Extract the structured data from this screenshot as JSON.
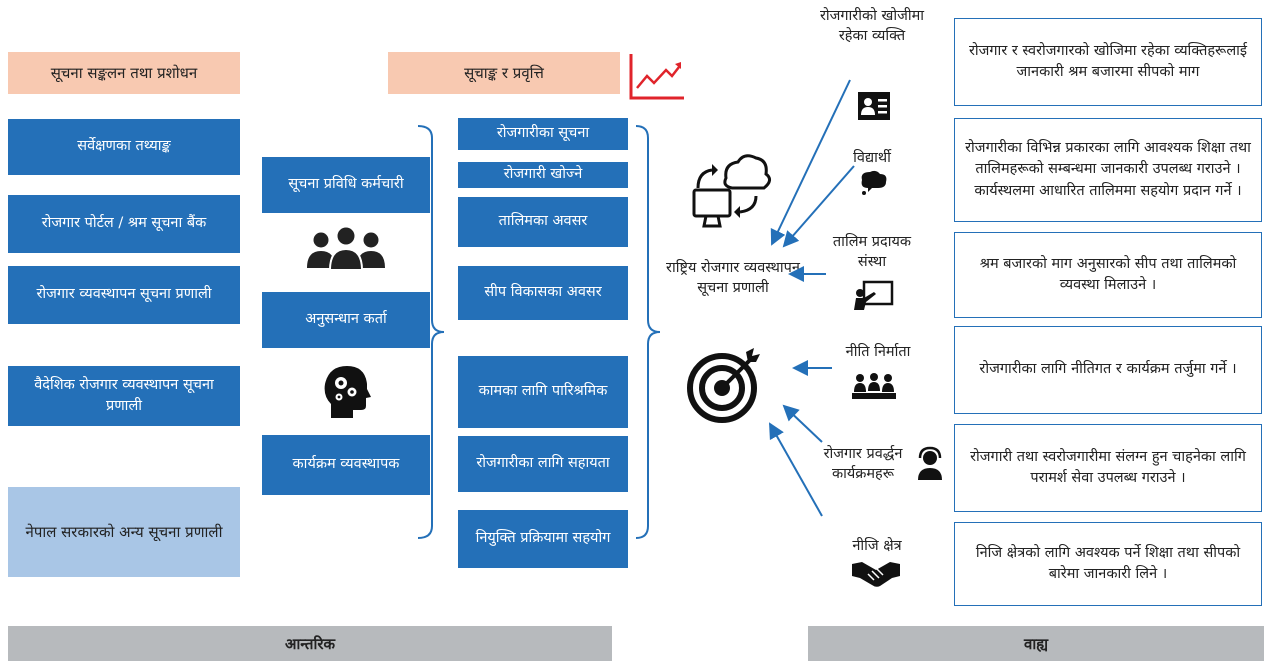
{
  "sources": {
    "header": "सूचना सङ्कलन तथा प्रशोधन",
    "items": [
      "सर्वेक्षणका तथ्याङ्क",
      "रोजगार पोर्टल / श्रम सूचना बैंक",
      "रोजगार व्यवस्थापन सूचना प्रणाली",
      "वैदेशिक रोजगार व्यवस्थापन सूचना प्रणाली"
    ],
    "other": "नेपाल सरकारको अन्य सूचना प्रणाली"
  },
  "personnel": {
    "it_staff": "सूचना प्रविधि कर्मचारी",
    "researcher": "अनुसन्धान कर्ता",
    "program_manager": "कार्यक्रम व्यवस्थापक"
  },
  "indicators": {
    "header": "सूचाङ्क र प्रवृत्ति",
    "items": [
      "रोजगारीका सूचना",
      "रोजगारी खोज्ने",
      "तालिमका अवसर",
      "सीप विकासका अवसर",
      "कामका लागि पारिश्रमिक",
      "रोजगारीका लागि सहायता",
      "नियुक्ति प्रक्रियामा सहयोग"
    ]
  },
  "center": {
    "label": "राष्ट्रिय रोजगार व्यवस्थापन सूचना प्रणाली"
  },
  "stakeholders": [
    {
      "label": "रोजगारीको खोजीमा रहेका व्यक्ति",
      "icon": "person-card-icon"
    },
    {
      "label": "विद्यार्थी",
      "icon": "thinking-head-icon"
    },
    {
      "label": "तालिम प्रदायक संस्था",
      "icon": "teacher-board-icon"
    },
    {
      "label": "नीति निर्माता",
      "icon": "meeting-group-icon"
    },
    {
      "label": "रोजगार प्रवर्द्धन कार्यक्रमहरू",
      "icon": "headset-agent-icon"
    },
    {
      "label": "नीजि क्षेत्र",
      "icon": "handshake-icon"
    }
  ],
  "uses": [
    "रोजगार र स्वरोजगारको खोजिमा रहेका व्यक्तिहरूलाई जानकारी श्रम बजारमा सीपको माग",
    "रोजगारीका विभिन्न प्रकारका लागि आवश्यक शिक्षा तथा तालिमहरूको सम्बन्धमा जानकारी उपलब्ध गराउने । कार्यस्थलमा आधारित तालिममा सहयोग प्रदान गर्ने ।",
    "श्रम बजारको माग अनुसारको सीप तथा तालिमको व्यवस्था मिलाउने ।",
    "रोजगारीका लागि नीतिगत र कार्यक्रम तर्जुमा गर्ने ।",
    "रोजगारी तथा स्वरोजगारीमा संलग्न हुन चाहनेका लागि परामर्श सेवा उपलब्ध गराउने ।",
    "निजि क्षेत्रको लागि अवश्यक पर्ने शिक्षा तथा सीपको बारेमा जानकारी लिने ।"
  ],
  "footer": {
    "internal": "आन्तरिक",
    "external": "वाह्य"
  },
  "colors": {
    "box_blue": "#2470b8",
    "light_blue": "#a9c6e6",
    "peach": "#f8c9b1",
    "footer_gray": "#b7babd",
    "trend_red": "#e0242b"
  }
}
